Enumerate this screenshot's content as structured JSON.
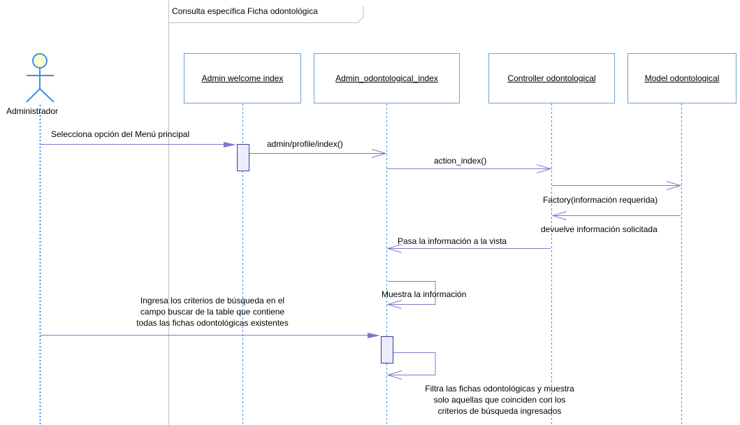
{
  "frame": {
    "title": "Consulta específica Ficha odontológica"
  },
  "actor": {
    "name": "Administrador"
  },
  "lifelines": [
    {
      "id": "admin_welcome",
      "label": "Admin welcome index"
    },
    {
      "id": "admin_odonto",
      "label": "Admin_odontological_index"
    },
    {
      "id": "controller",
      "label": "Controller odontological"
    },
    {
      "id": "model",
      "label": "Model odontological"
    }
  ],
  "messages": [
    {
      "label": "Selecciona opción del Menú principal",
      "from": "actor",
      "to": "admin_welcome"
    },
    {
      "label": "admin/profile/index()",
      "from": "admin_welcome",
      "to": "admin_odonto"
    },
    {
      "label": "action_index()",
      "from": "admin_odonto",
      "to": "controller"
    },
    {
      "label": "",
      "from": "controller",
      "to": "model"
    },
    {
      "label": "Factory(información requerida)",
      "from": "model",
      "to": "controller",
      "kind": "return"
    },
    {
      "label": "devuelve información solicitada",
      "from": "controller",
      "to": "controller",
      "kind": "note"
    },
    {
      "label": "Pasa la información a la vista",
      "from": "controller",
      "to": "admin_odonto",
      "kind": "return"
    },
    {
      "label": "Muestra la información",
      "from": "admin_odonto",
      "to": "admin_odonto",
      "kind": "self"
    },
    {
      "label": [
        "Ingresa los criterios de búsqueda en el",
        "campo buscar de la table que contiene",
        "todas las fichas odontológicas existentes"
      ],
      "from": "actor",
      "to": "admin_odonto"
    },
    {
      "label": [
        "Filtra las fichas odontológicas y muestra",
        "solo aquellas que coinciden con los",
        "criterios de búsqueda ingresados"
      ],
      "from": "admin_odonto",
      "to": "admin_odonto",
      "kind": "self"
    }
  ],
  "colors": {
    "lifeline": "#6aa3d6",
    "message": "#7b7bc8",
    "actor_head": "#ffffcc",
    "actor_stroke": "#3d8ee6",
    "frame": "#b8b8b8"
  }
}
